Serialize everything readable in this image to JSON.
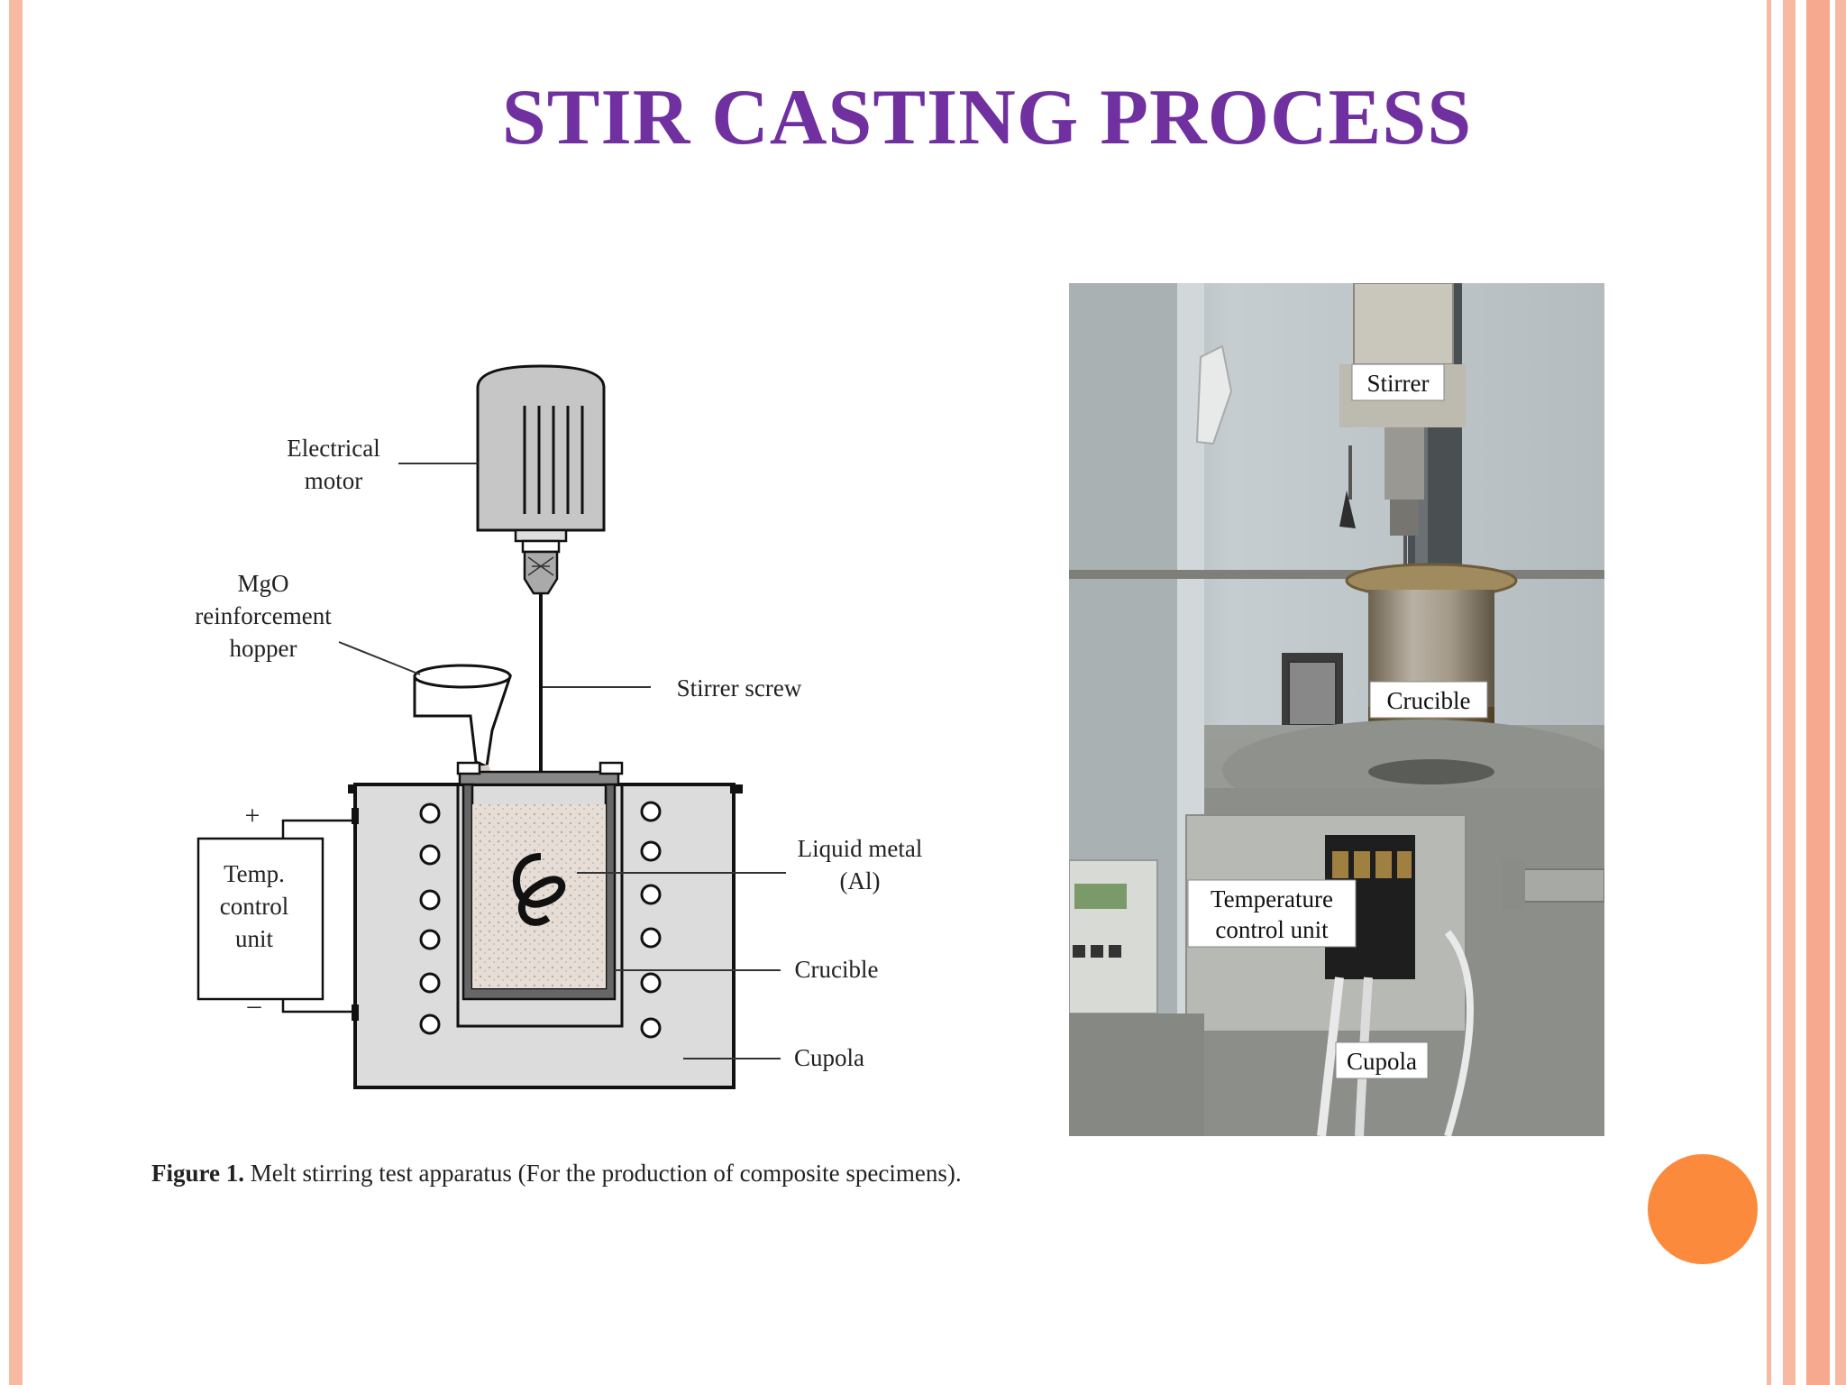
{
  "slide": {
    "title": "STIR CASTING PROCESS",
    "accent_color": "#7030a0",
    "border_color": "#f8b9a2",
    "dot_color": "#fb8a3c"
  },
  "diagram": {
    "labels": {
      "motor_line1": "Electrical",
      "motor_line2": "motor",
      "hopper_line1": "MgO",
      "hopper_line2": "reinforcement",
      "hopper_line3": "hopper",
      "stirrer_screw": "Stirrer screw",
      "liquid_line1": "Liquid metal",
      "liquid_line2": "(Al)",
      "crucible": "Crucible",
      "cupola": "Cupola",
      "temp_line1": "Temp.",
      "temp_line2": "control",
      "temp_line3": "unit",
      "plus": "+",
      "minus": "–"
    },
    "caption_prefix": "Figure 1.",
    "caption_text": " Melt stirring test apparatus (For the production of composite specimens)."
  },
  "photo": {
    "labels": {
      "stirrer": "Stirrer",
      "crucible": "Crucible",
      "temp_line1": "Temperature",
      "temp_line2": "control unit",
      "cupola": "Cupola"
    }
  }
}
